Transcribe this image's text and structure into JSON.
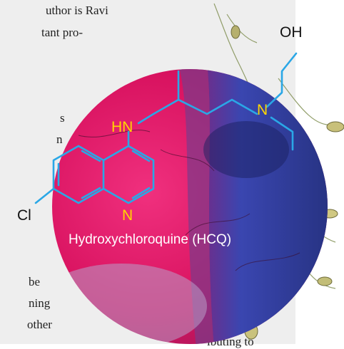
{
  "article": {
    "lines": [
      "uthor is Ravi",
      "tant pro-",
      "s",
      "n",
      "be",
      "ning",
      "other",
      "ibuting to"
    ]
  },
  "figure": {
    "caption": "Hydroxychloroquine (HCQ)",
    "atoms": {
      "hydroxyl": "OH",
      "amine_n": "N",
      "imine_nh": "HN",
      "ring_n": "N",
      "chlorine": "Cl"
    },
    "colors": {
      "bond": "#2aa7e6",
      "oxygen": "#111111",
      "nitrogen": "#ffd600",
      "chlorine": "#111111",
      "circle_left": "#e0156a",
      "circle_right": "#2c3aa8",
      "panel": "#eeeeee"
    },
    "decoration": "microscope-cell-image"
  }
}
